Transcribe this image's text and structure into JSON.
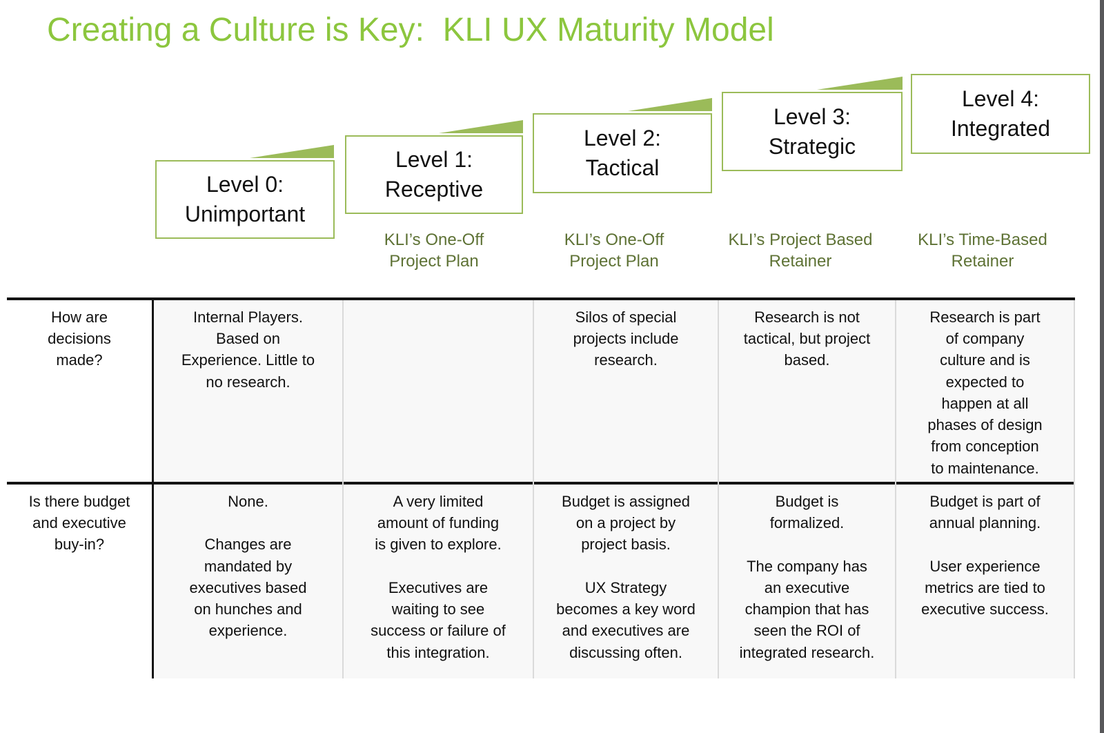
{
  "slide": {
    "title": "Creating a Culture is Key:  KLI UX Maturity Model",
    "colors": {
      "title_green": "#8cc63e",
      "box_border_green": "#9bbb59",
      "wedge_green": "#9bbb59",
      "subtitle_olive": "#5e7235",
      "rule_black": "#141414",
      "separator_gray": "#dadada",
      "right_edge_strip": "#58585a"
    }
  },
  "levels": [
    {
      "label": "Level 0:\nUnimportant",
      "subtitle": ""
    },
    {
      "label": "Level 1:\nReceptive",
      "subtitle": "KLI’s One-Off\nProject Plan"
    },
    {
      "label": "Level 2:\nTactical",
      "subtitle": "KLI’s One-Off\nProject Plan"
    },
    {
      "label": "Level 3:\nStrategic",
      "subtitle": "KLI’s Project Based\nRetainer"
    },
    {
      "label": "Level 4:\nIntegrated",
      "subtitle": "KLI’s Time-Based\nRetainer"
    }
  ],
  "table": {
    "rows": [
      {
        "question": "How are\ndecisions\nmade?",
        "cells": [
          "Internal Players.\nBased on\nExperience. Little to\nno research.",
          "",
          "Silos of special\nprojects include\nresearch.",
          "Research is not\ntactical, but project\nbased.",
          "Research is part\nof company\nculture and is\nexpected to\nhappen at all\nphases of design\nfrom conception\nto maintenance."
        ]
      },
      {
        "question": "Is there budget\nand executive\nbuy-in?",
        "cells": [
          "None.\n\nChanges are\nmandated by\nexecutives based\non hunches and\nexperience.",
          "A very limited\namount of funding\nis given to explore.\n\nExecutives are\nwaiting to see\nsuccess or failure of\nthis integration.",
          "Budget is assigned\non a  project by\nproject basis.\n\nUX Strategy\nbecomes a key word\nand executives are\ndiscussing often.",
          "Budget is\nformalized.\n\nThe company has\nan executive\nchampion that has\nseen the ROI of\nintegrated research.",
          "Budget is part of\nannual planning.\n\nUser experience\nmetrics are tied to\nexecutive success."
        ]
      }
    ]
  }
}
